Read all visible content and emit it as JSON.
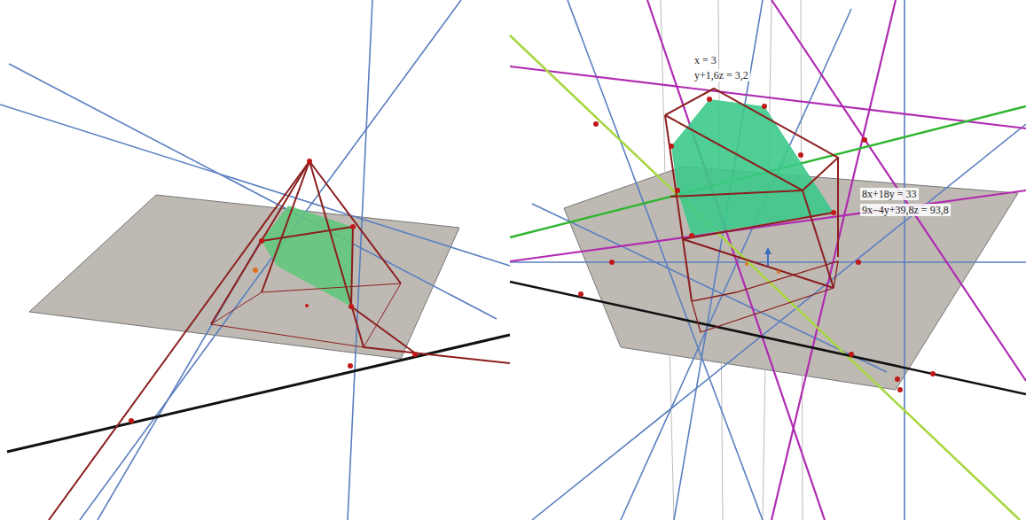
{
  "diagram": {
    "labels": [
      "x = 3",
      "y+1,6z = 3,2",
      "8x+18y = 33",
      "9x−4y+39,8z = 93,8"
    ]
  }
}
